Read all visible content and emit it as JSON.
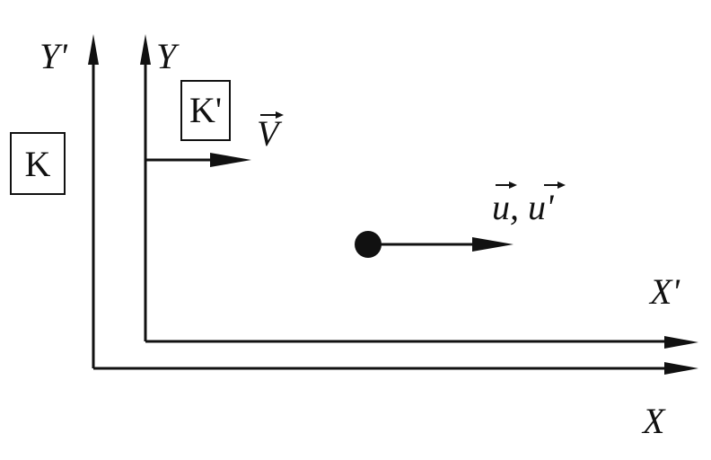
{
  "labels": {
    "y_prime": "Y'",
    "y": "Y",
    "x_prime": "X'",
    "x": "X",
    "frame_k": "K",
    "frame_k_prime": "K'",
    "velocity_v": "V",
    "velocity_u": "u, u'"
  },
  "colors": {
    "ink": "#111111",
    "background": "#ffffff"
  }
}
